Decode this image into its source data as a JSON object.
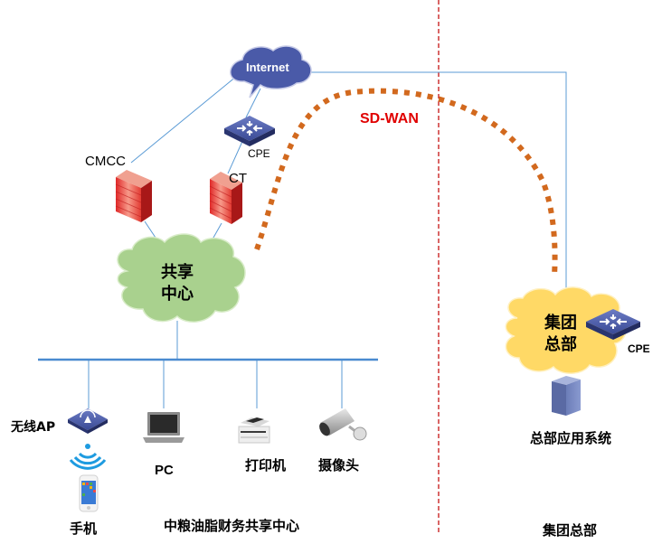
{
  "diagram": {
    "title_left": "中粮油脂财务共享中心",
    "title_right": "集团总部",
    "colors": {
      "link_line": "#5b9bd5",
      "divider": "#c00000",
      "sdwan_dots": "#d2691e",
      "sdwan_label": "#e00000",
      "internet_cloud": "#4a5aa8",
      "shared_cloud": "#a9d18e",
      "hq_cloud": "#ffd966",
      "firewall": "#e84040",
      "switch": "#3d4d9a"
    },
    "nodes": {
      "internet": {
        "label": "Internet"
      },
      "cpe_top": {
        "label": "CPE"
      },
      "cmcc": {
        "label": "CMCC"
      },
      "ct": {
        "label": "CT"
      },
      "shared_center": {
        "line1": "共享",
        "line2": "中心"
      },
      "hq": {
        "line1": "集团",
        "line2": "总部"
      },
      "cpe_hq": {
        "label": "CPE"
      },
      "hq_apps": {
        "label": "总部应用系统"
      },
      "wireless_ap": {
        "label": "无线AP"
      },
      "pc": {
        "label": "PC"
      },
      "printer": {
        "label": "打印机"
      },
      "camera": {
        "label": "摄像头"
      },
      "phone": {
        "label": "手机"
      }
    },
    "sdwan": {
      "label": "SD-WAN"
    }
  }
}
